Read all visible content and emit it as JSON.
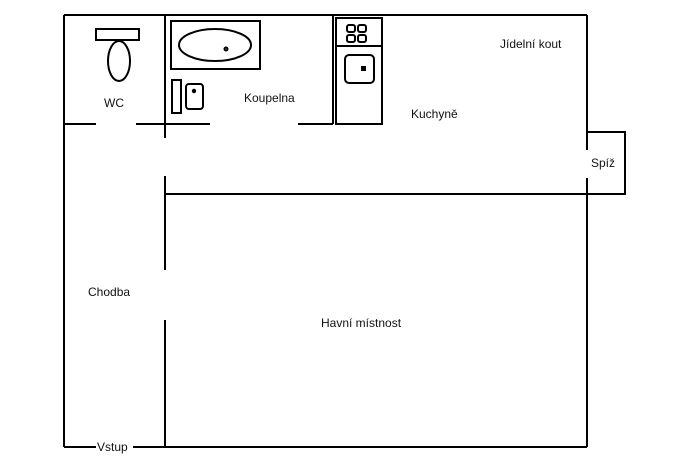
{
  "plan": {
    "type": "floor-plan",
    "wall_color": "#000000",
    "background": "#ffffff"
  },
  "rooms": {
    "wc": "WC",
    "bathroom": "Koupelna",
    "kitchen": "Kuchyně",
    "dining": "Jídelní kout",
    "pantry": "Spíž",
    "hallway": "Chodba",
    "main_room": "Havní místnost",
    "entrance": "Vstup"
  },
  "fixtures": {
    "toilet": "toilet-icon",
    "bathtub": "bathtub-icon",
    "washbasin": "washbasin-icon",
    "stove": "stove-icon",
    "kitchen_sink": "kitchen-sink-icon"
  }
}
